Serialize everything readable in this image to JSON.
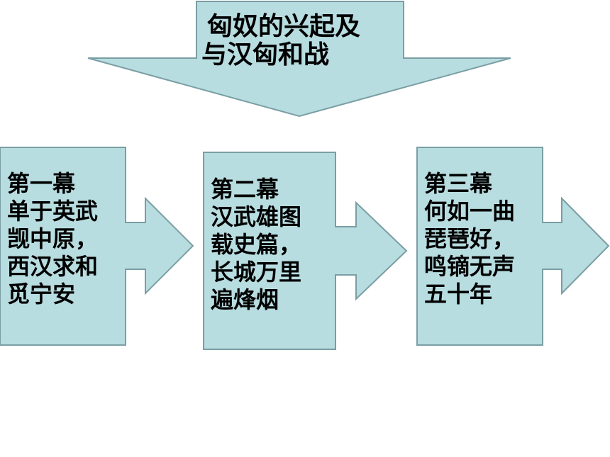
{
  "colors": {
    "fill": "#b8dde1",
    "stroke": "#7a9ea3",
    "text": "#000000",
    "background": "#ffffff"
  },
  "title": {
    "lines": [
      "匈奴的兴起及",
      "与汉匈和战"
    ]
  },
  "acts": [
    {
      "lines": [
        "第一幕",
        "单于英武",
        "觊中原，",
        "西汉求和",
        "觅宁安"
      ]
    },
    {
      "lines": [
        "第二幕",
        "汉武雄图",
        "载史篇，",
        "长城万里",
        "遍烽烟"
      ]
    },
    {
      "lines": [
        "第三幕",
        "何如一曲",
        "琵琶好，",
        "鸣镝无声",
        "五十年"
      ]
    }
  ]
}
